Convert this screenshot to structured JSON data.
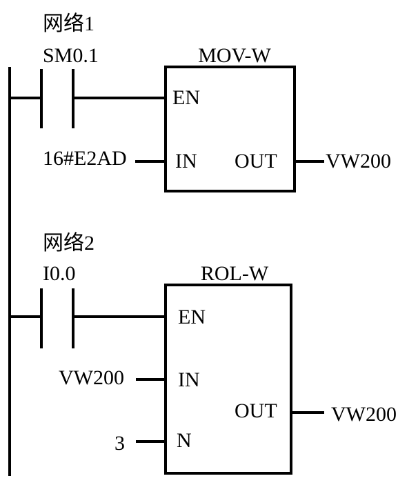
{
  "networks": [
    {
      "title": "网络1",
      "contact": "SM0.1",
      "box": {
        "name": "MOV-W",
        "en": "EN",
        "in": "IN",
        "out": "OUT"
      },
      "in_value": "16#E2AD",
      "out_value": "VW200"
    },
    {
      "title": "网络2",
      "contact": "I0.0",
      "box": {
        "name": "ROL-W",
        "en": "EN",
        "in": "IN",
        "out": "OUT",
        "n": "N"
      },
      "in_value": "VW200",
      "n_value": "3",
      "out_value": "VW200"
    }
  ]
}
